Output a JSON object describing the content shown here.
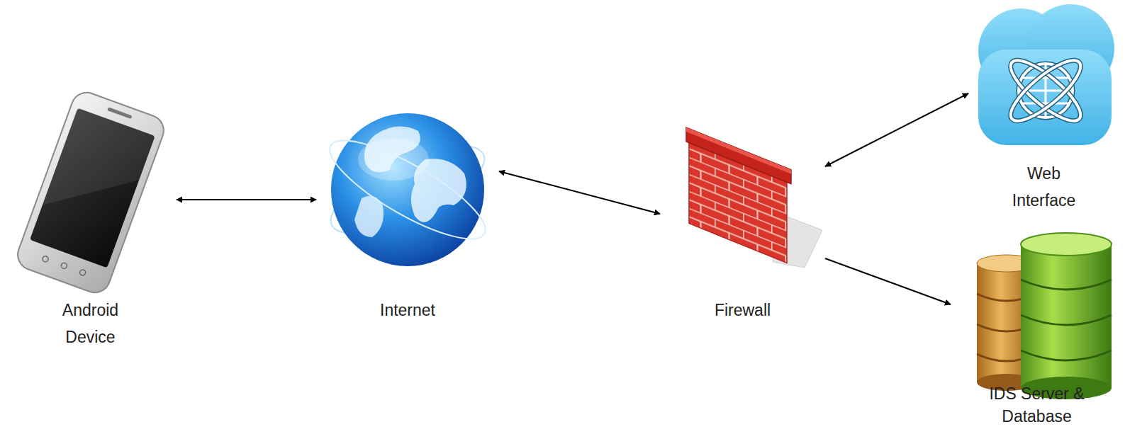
{
  "diagram": {
    "nodes": [
      {
        "text": [
          "Android Device"
        ]
      },
      {
        "text": [
          "Internet"
        ]
      },
      {
        "text": [
          "Firewall"
        ]
      },
      {
        "text": [
          "Web Interface"
        ]
      },
      {
        "text": [
          "IDS Server & Database"
        ]
      }
    ],
    "edges": [
      {
        "from": 0,
        "to": 1,
        "arrow": "both"
      },
      {
        "from": 1,
        "to": 2,
        "arrow": "both"
      },
      {
        "from": 2,
        "to": 3,
        "arrow": "both"
      },
      {
        "from": 2,
        "to": 4,
        "arrow": "to"
      }
    ]
  }
}
